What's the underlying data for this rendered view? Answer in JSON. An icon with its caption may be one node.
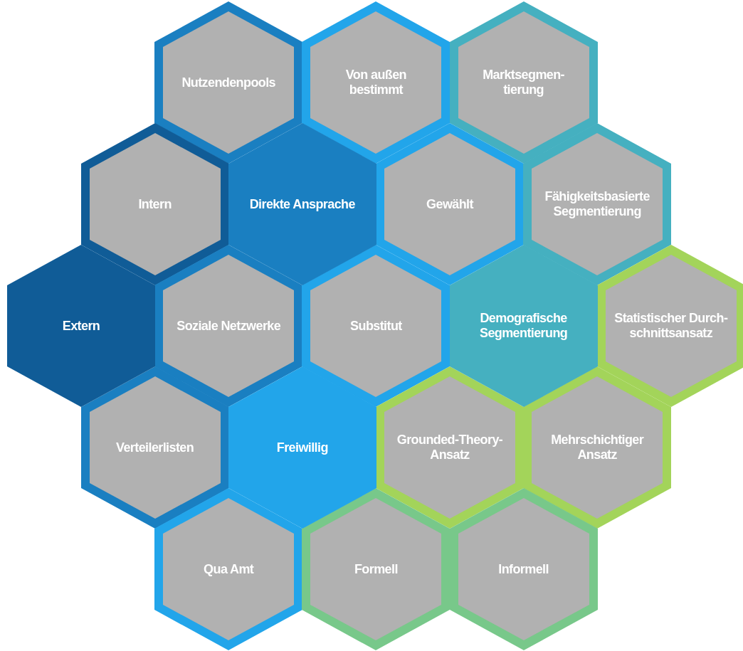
{
  "diagram": {
    "nodes": [
      {
        "text": [
          "Nutzendenpools"
        ]
      },
      {
        "text": [
          "Von außen bestimmt"
        ]
      },
      {
        "text": [
          "Marktsegmen- tierung"
        ]
      },
      {
        "text": [
          "Intern"
        ]
      },
      {
        "text": [
          "Direkte Ansprache"
        ]
      },
      {
        "text": [
          "Gewählt"
        ]
      },
      {
        "text": [
          "Fähigkeitsbasierte Segmentierung"
        ]
      },
      {
        "text": [
          "Extern"
        ]
      },
      {
        "text": [
          "Soziale Netzwerke"
        ]
      },
      {
        "text": [
          "Substitut"
        ]
      },
      {
        "text": [
          "Demografische Segmentierung"
        ]
      },
      {
        "text": [
          "Statistischer Durch- schnittsansatz"
        ]
      },
      {
        "text": [
          "Verteilerlisten"
        ]
      },
      {
        "text": [
          "Freiwillig"
        ]
      },
      {
        "text": [
          "Grounded-Theory- Ansatz"
        ]
      },
      {
        "text": [
          "Mehrschichtiger Ansatz"
        ]
      },
      {
        "text": [
          "Qua Amt"
        ]
      },
      {
        "text": [
          "Formell"
        ]
      },
      {
        "text": [
          "Informell"
        ]
      }
    ]
  }
}
